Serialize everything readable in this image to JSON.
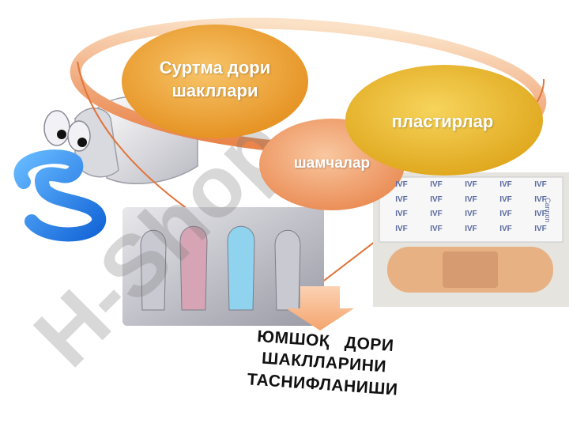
{
  "bubbles": [
    {
      "label": "Суртма дори шакллари"
    },
    {
      "label": "пластирлар"
    },
    {
      "label": "шамчалар"
    }
  ],
  "caption": {
    "line1": "ЮМШОҚ   ДОРИ",
    "line2": "ШАКЛЛАРИНИ",
    "line3": "ТАСНИФЛАНИШИ"
  },
  "patch": {
    "brand": "IVF",
    "side": "Cannon"
  },
  "watermark": {
    "text": "H-Shop"
  },
  "colors": {
    "funnel_stroke": "#e0743a",
    "bubble_orange": "#f2a22d",
    "bubble_yellow": "#e8b524",
    "bubble_peach": "#f1a06b",
    "arrow": "#f7b98c"
  }
}
